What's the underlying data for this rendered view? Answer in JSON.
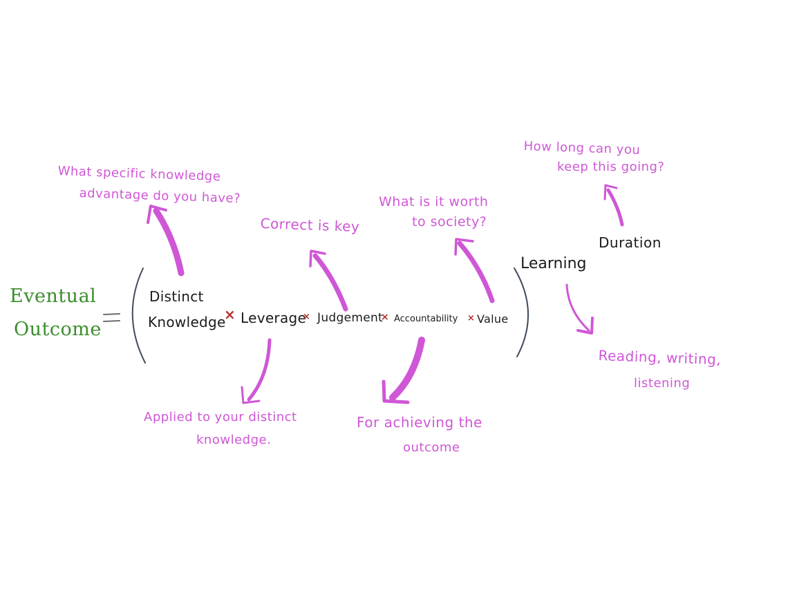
{
  "lhs": {
    "line1": "Eventual",
    "line2": "Outcome",
    "equals": "="
  },
  "terms": {
    "distinct_line1": "Distinct",
    "distinct_line2": "Knowledge",
    "leverage": "Leverage",
    "judgement": "Judgement",
    "accountability": "Accountability",
    "value": "Value",
    "times": "×"
  },
  "outside_terms": {
    "learning": "Learning",
    "duration": "Duration"
  },
  "annotations": {
    "knowledge_line1": "What specific knowledge",
    "knowledge_line2": "advantage do you have?",
    "judgement": "Correct is key",
    "value_line1": "What is it worth",
    "value_line2": "to society?",
    "duration_line1": "How long can you",
    "duration_line2": "keep this going?",
    "leverage_line1": "Applied to your distinct",
    "leverage_line2": "knowledge.",
    "accountability_line1": "For achieving the",
    "accountability_line2": "outcome",
    "learning_line1": "Reading, writing,",
    "learning_line2": "listening"
  },
  "colors": {
    "annotation": "#cf57d6",
    "lhs": "#3a8d2b",
    "terms": "#1b1b1b",
    "multiply": "#b5322f",
    "parentheses": "#3f4a5a"
  }
}
